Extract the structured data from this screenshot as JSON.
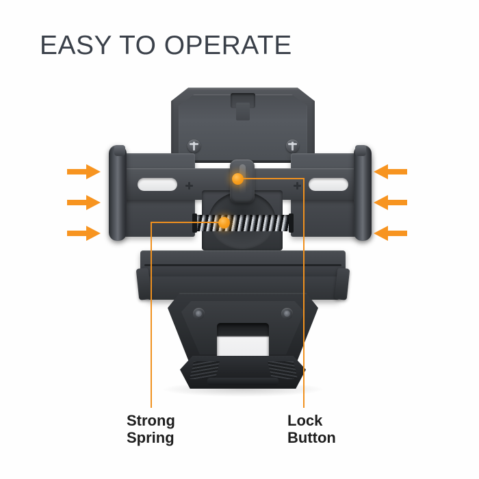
{
  "page": {
    "title": "EASY TO OPERATE",
    "background_color": "#ffffff",
    "title_color": "#3a4049",
    "accent_color": "#f0911f",
    "label_color": "#1d1d1d"
  },
  "product": {
    "name": "motorcycle-phone-holder",
    "body_color": "#4a4d52"
  },
  "arrows": {
    "left": {
      "direction": "right",
      "count": 3,
      "color": "#f79420",
      "icon": "arrow-right-icon"
    },
    "right": {
      "direction": "left",
      "count": 3,
      "color": "#f79420",
      "icon": "arrow-left-icon"
    }
  },
  "callouts": [
    {
      "id": "strong-spring",
      "label_line1": "Strong",
      "label_line2": "Spring",
      "marker": "orange-dot",
      "marker_color": "#f8a020"
    },
    {
      "id": "lock-button",
      "label_line1": "Lock",
      "label_line2": "Button",
      "marker": "orange-dot",
      "marker_color": "#f8a020"
    }
  ]
}
